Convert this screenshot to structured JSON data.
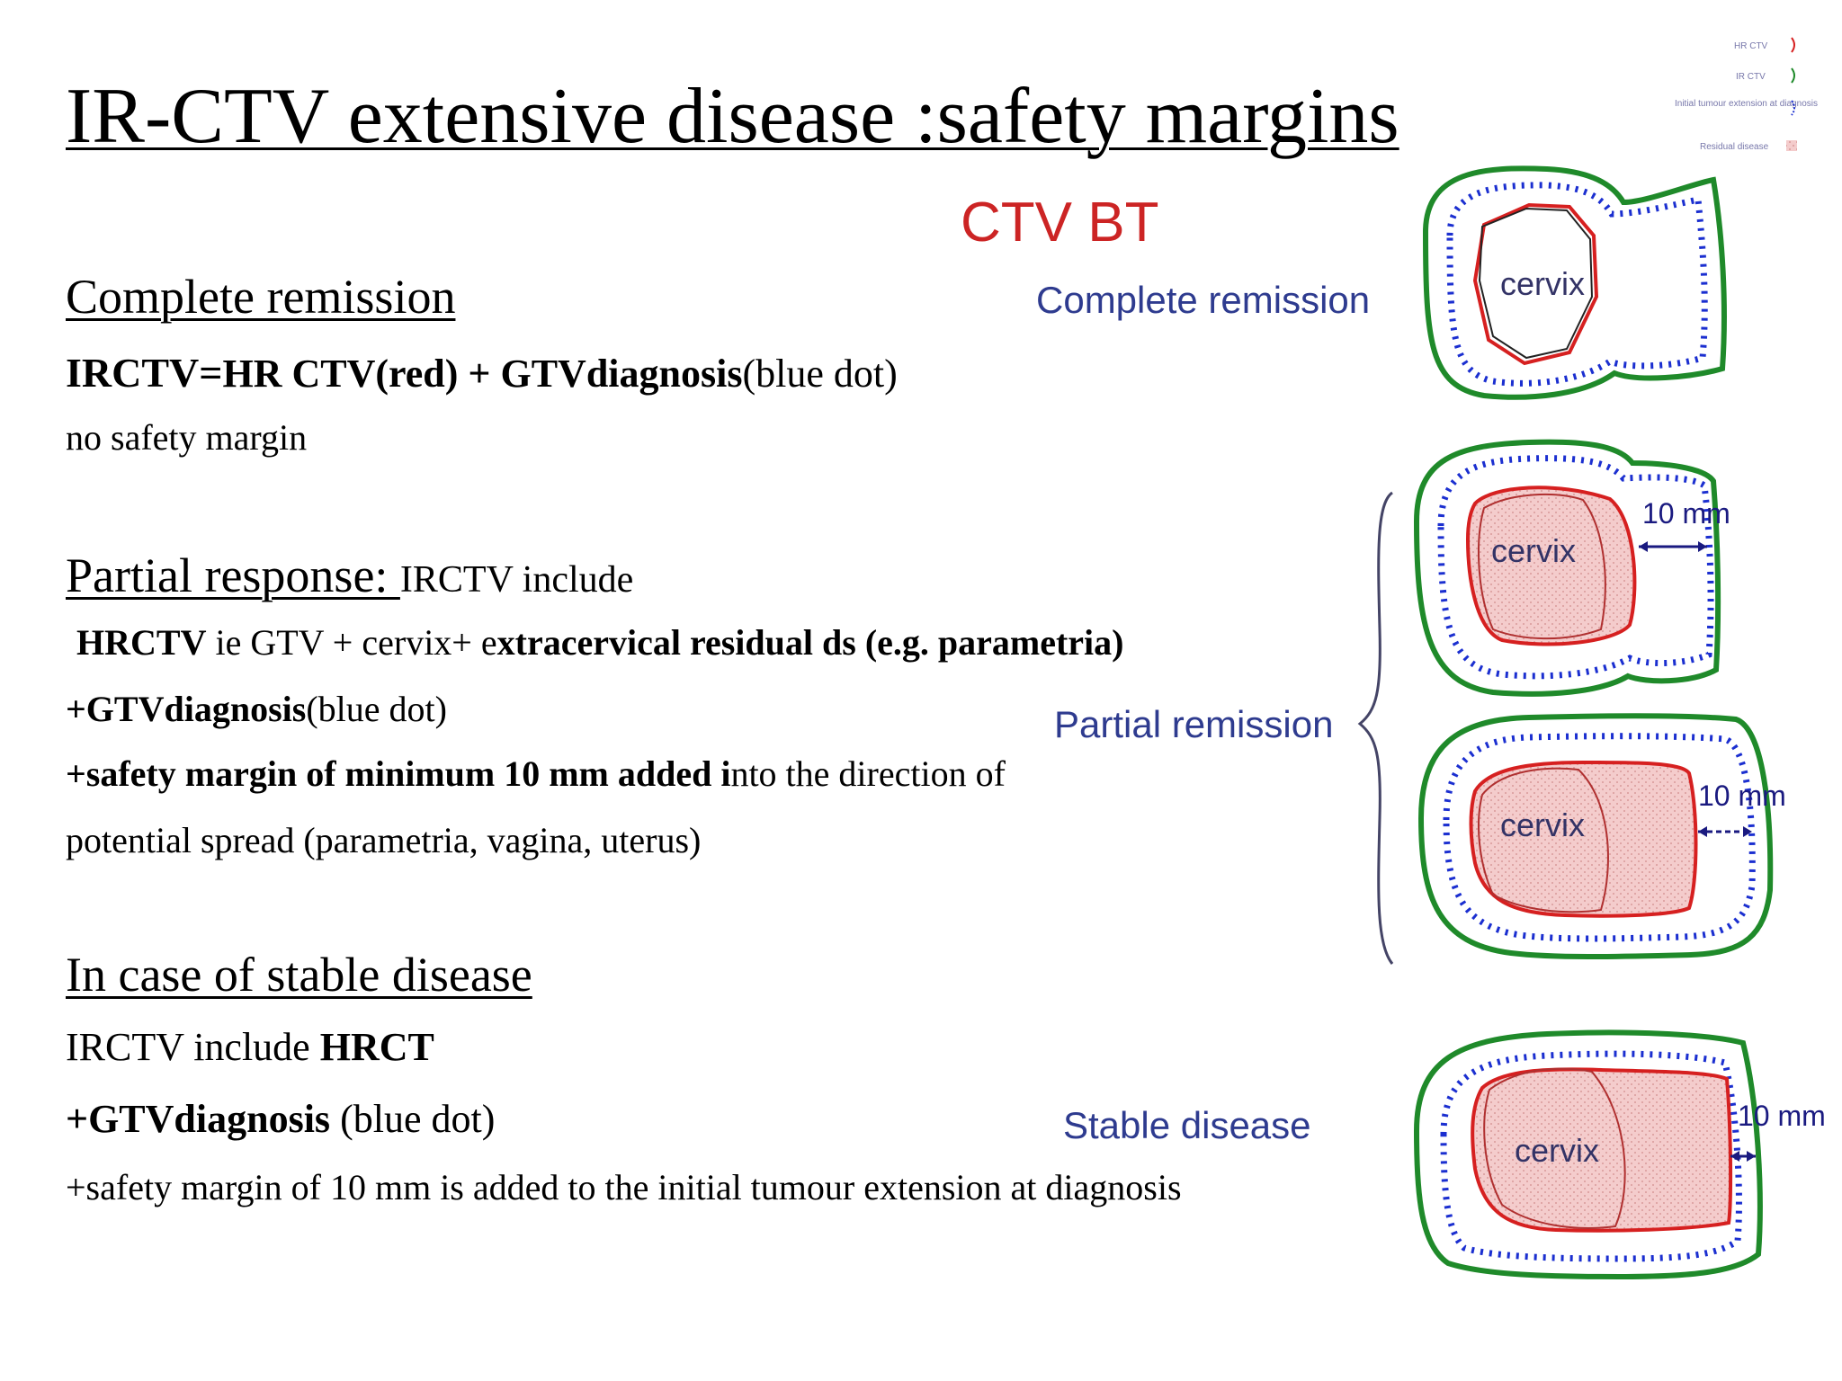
{
  "title": "IR-CTV extensive disease :safety margins",
  "complete": {
    "heading": "Complete remission",
    "l1_b1": "IRCTV=",
    "l1_b2": "HR CTV(red) + GTVdiagnosis",
    "l1_n": "(blue dot)",
    "l2": "no safety margin"
  },
  "partial": {
    "heading": "Partial response: ",
    "heading_tail": "IRCTV include",
    "l1_b1": "HRCTV",
    "l1_n1": " ie GTV + cervix+ e",
    "l1_b2": "xtracervical residual ds (e.g. parametria)",
    "l2_b": "+GTVdiagnosis",
    "l2_n": "(blue dot)",
    "l3_b": "+safety margin of minimum 10 mm added i",
    "l3_n": "nto the direction of",
    "l4": "potential spread (parametria, vagina, uterus)"
  },
  "stable": {
    "heading": "In case of stable disease",
    "l1_n": "IRCTV include ",
    "l1_b": "HRCT",
    "l2_b": "+GTVdiagnosis",
    "l2_n": " (blue dot)",
    "l3": "+safety margin of 10 mm is added to the initial tumour extension at diagnosis"
  },
  "figure": {
    "ctv_bt": "CTV BT",
    "complete_label": "Complete remission",
    "partial_label": "Partial remission",
    "stable_label": "Stable disease",
    "cervix": "cervix",
    "mm_label": "10 mm",
    "colors": {
      "hr_ctv": "#d62020",
      "ir_ctv": "#1f8a2a",
      "gtv_dx": "#1b2fd0",
      "label_blue": "#2e3b8f",
      "residual_fill": "#f3c6c6"
    },
    "legend": [
      "HR CTV",
      "IR CTV",
      "Initial tumour extension at diagnosis",
      "Residual disease"
    ]
  }
}
